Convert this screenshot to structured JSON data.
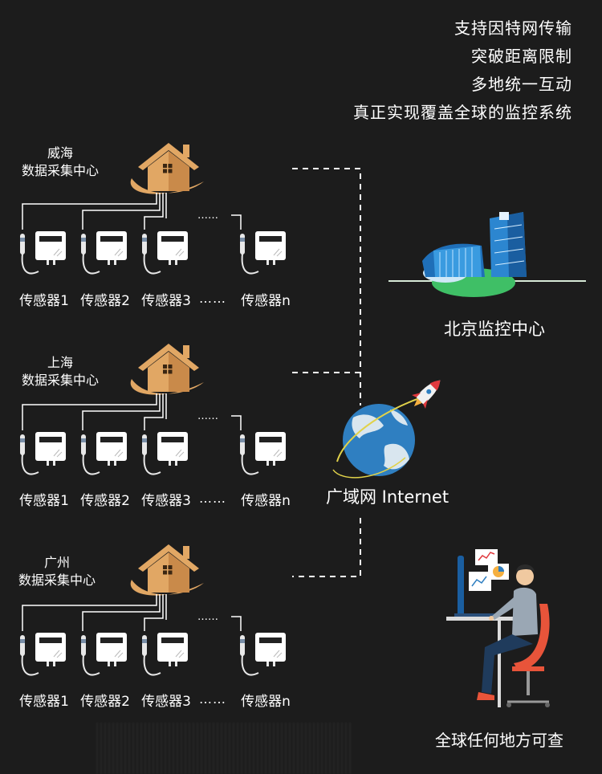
{
  "slogans": [
    "支持因特网传输",
    "突破距离限制",
    "多地统一互动",
    "真正实现覆盖全球的监控系统"
  ],
  "sites": [
    {
      "city": "威海",
      "subtitle": "数据采集中心"
    },
    {
      "city": "上海",
      "subtitle": "数据采集中心"
    },
    {
      "city": "广州",
      "subtitle": "数据采集中心"
    }
  ],
  "sensors": [
    "传感器1",
    "传感器2",
    "传感器3",
    "传感器n"
  ],
  "ellipsis": "……",
  "beijing_label": "北京监控中心",
  "internet_label": "广域网 Internet",
  "global_label": "全球任何地方可查",
  "colors": {
    "background": "#1c1c1c",
    "house": "#e1a764",
    "house_dark": "#8c5a2c",
    "globe": "#2f7fc1",
    "grass": "#3fbf66"
  },
  "icons": [
    "house-icon",
    "sensor-icon",
    "building-icon",
    "globe-icon",
    "rocket-icon",
    "person-computer-icon"
  ]
}
